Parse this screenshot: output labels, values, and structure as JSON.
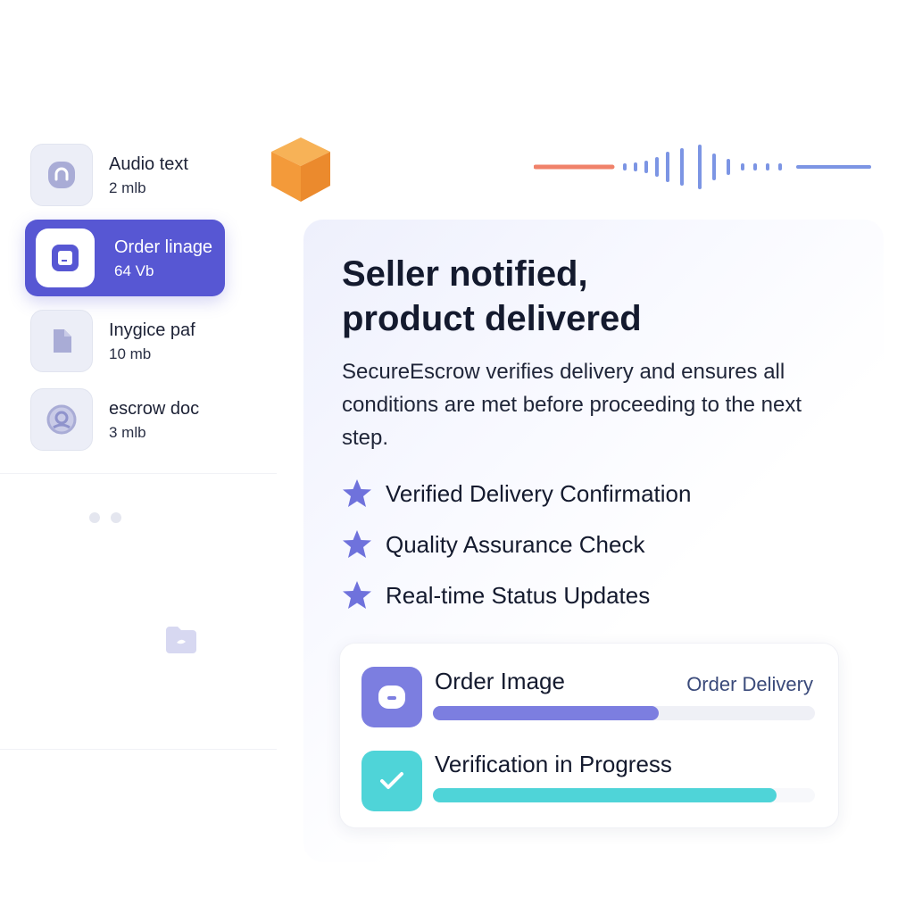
{
  "files": [
    {
      "name": "Audio text",
      "size": "2 mlb",
      "icon": "audio-file-icon"
    },
    {
      "name": "Order linage",
      "size": "64 Vb",
      "icon": "image-file-icon",
      "active": true
    },
    {
      "name": "Inygice paf",
      "size": "10 mb",
      "icon": "document-file-icon"
    },
    {
      "name": "escrow doc",
      "size": "3 mlb",
      "icon": "globe-file-icon"
    }
  ],
  "main": {
    "headline": "Seller notified, product delivered",
    "description": "SecureEscrow verifies delivery and ensures all conditions are met before proceeding to the next step.",
    "features": [
      {
        "label": "Verified Delivery Confirmation"
      },
      {
        "label": "Quality Assurance Check"
      },
      {
        "label": "Real-time Status Updates"
      }
    ]
  },
  "progress": {
    "order": {
      "title": "Order Image",
      "status": "Order Delivery",
      "fraction": 0.59
    },
    "verification": {
      "title": "Verification in Progress",
      "fraction": 0.9
    }
  },
  "colors": {
    "accent": "#5757d3",
    "star": "#6f72dc",
    "teal": "#4fd4d8",
    "cube": "#f39a3a",
    "wave_left": "#f0826a",
    "wave_right": "#7c95e4"
  }
}
